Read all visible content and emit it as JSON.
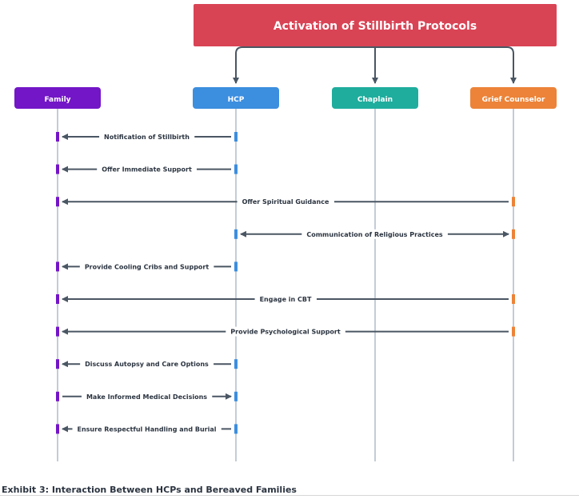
{
  "header": {
    "title": "Activation of Stillbirth Protocols",
    "color": "#d94455"
  },
  "actors": [
    {
      "id": "family",
      "label": "Family",
      "color": "#7316c7"
    },
    {
      "id": "hcp",
      "label": "HCP",
      "color": "#3c8edf"
    },
    {
      "id": "chaplain",
      "label": "Chaplain",
      "color": "#1fad9d"
    },
    {
      "id": "grief",
      "label": "Grief Counselor",
      "color": "#ec8338"
    }
  ],
  "messages": [
    {
      "label": "Notification of Stillbirth",
      "from": "hcp",
      "to": "family",
      "dir": "left"
    },
    {
      "label": "Offer Immediate Support",
      "from": "hcp",
      "to": "family",
      "dir": "left"
    },
    {
      "label": "Offer Spiritual Guidance",
      "from": "grief",
      "to": "family",
      "dir": "left"
    },
    {
      "label": "Communication of Religious Practices",
      "from": "hcp",
      "to": "grief",
      "dir": "both"
    },
    {
      "label": "Provide Cooling Cribs and Support",
      "from": "hcp",
      "to": "family",
      "dir": "left"
    },
    {
      "label": "Engage in CBT",
      "from": "grief",
      "to": "family",
      "dir": "left"
    },
    {
      "label": "Provide Psychological Support",
      "from": "grief",
      "to": "family",
      "dir": "left"
    },
    {
      "label": "Discuss Autopsy and Care Options",
      "from": "hcp",
      "to": "family",
      "dir": "left"
    },
    {
      "label": "Make Informed Medical Decisions",
      "from": "family",
      "to": "hcp",
      "dir": "right"
    },
    {
      "label": "Ensure Respectful Handling and Burial",
      "from": "hcp",
      "to": "family",
      "dir": "left"
    }
  ],
  "caption": "Exhibit 3: Interaction Between HCPs and Bereaved Families",
  "colors": {
    "line": "#4a5663",
    "lifeline": "#c3ccd6",
    "text": "#2b3440"
  }
}
